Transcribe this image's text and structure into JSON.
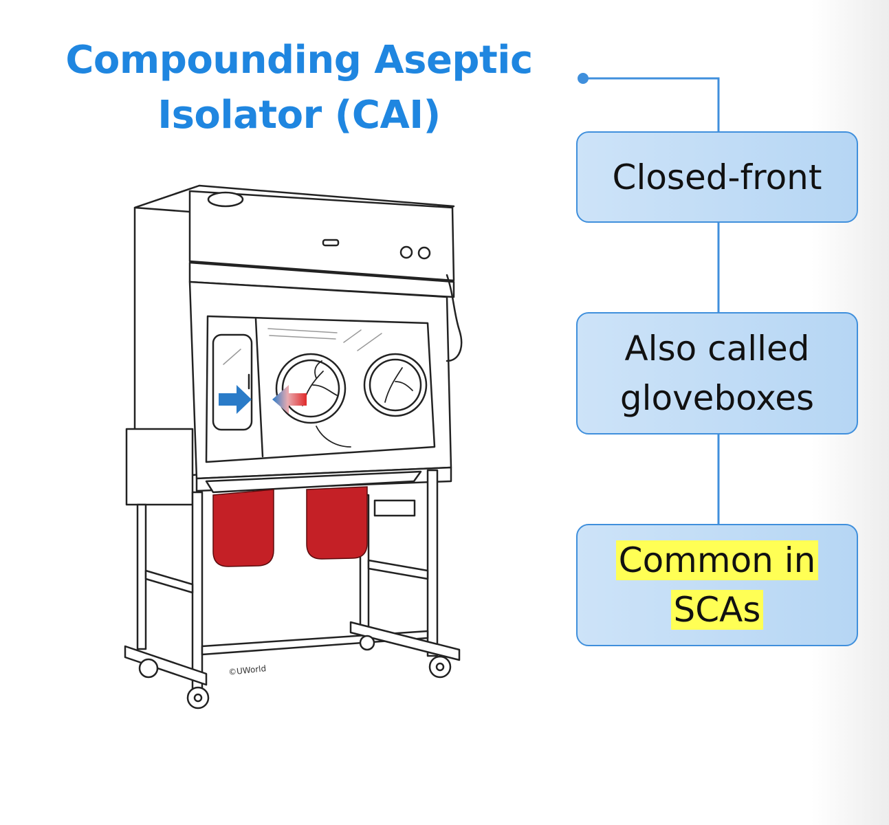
{
  "title": {
    "line1": "Compounding Aseptic",
    "line2": "Isolator (CAI)"
  },
  "boxes": [
    {
      "text": "Closed-front"
    },
    {
      "line1": "Also called",
      "line2": "gloveboxes"
    },
    {
      "line1": "Common in",
      "line2": "SCAs"
    }
  ],
  "illustration": {
    "copyright": "©UWorld",
    "icon": "compounding-aseptic-isolator-illustration"
  },
  "colors": {
    "title": "#1f86e0",
    "box_fill": "#c4ddf6",
    "box_border": "#3f8fdc",
    "connector": "#3f8fdc",
    "highlight": "#ffff55",
    "glove": "#c42026",
    "arrow_blue": "#2a7bc8",
    "arrow_red": "#e02a2a"
  }
}
